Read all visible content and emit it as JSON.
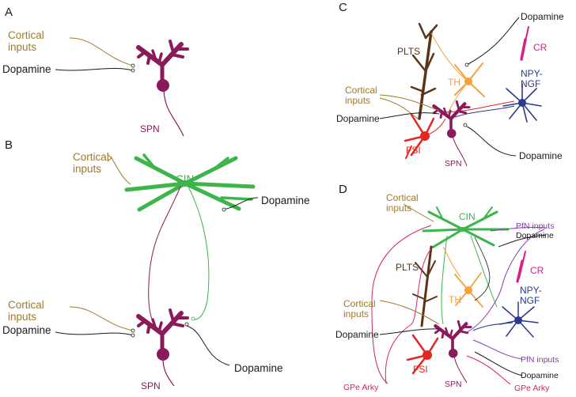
{
  "colors": {
    "spn": "#8b1a5b",
    "cortical": "#a07a2a",
    "dopamine": "#1a1a1a",
    "cin": "#3cb54a",
    "pltS": "#5a3418",
    "th": "#f5a23a",
    "fsi": "#e52521",
    "npy": "#2b3a8f",
    "cr": "#d61f8a",
    "pfn": "#8a3ab9",
    "gpe": "#d61f6a"
  },
  "panels": {
    "A": {
      "letter": "A",
      "cortical": "Cortical\ninputs",
      "dopamine": "Dopamine",
      "spn": "SPN"
    },
    "B": {
      "letter": "B",
      "cortical_top": "Cortical\ninputs",
      "cin": "CIN",
      "dopamine_right": "Dopamine",
      "cortical_bottom": "Cortical\ninputs",
      "dopamine_left": "Dopamine",
      "dopamine_bottom": "Dopamine",
      "spn": "SPN"
    },
    "C": {
      "letter": "C",
      "dopamine_top": "Dopamine",
      "plts": "PLTS",
      "cr": "CR",
      "th": "TH",
      "npy": "NPY-\nNGF",
      "cortical": "Cortical\ninputs",
      "dopamine_left": "Dopamine",
      "fsi": "FSI",
      "spn": "SPN",
      "dopamine_right": "Dopamine"
    },
    "D": {
      "letter": "D",
      "cortical_top": "Cortical\ninputs",
      "cin": "CIN",
      "pfn_top": "PfN inputs",
      "dopamine_top": "Dopamine",
      "plts": "PLTS",
      "cr": "CR",
      "th": "TH",
      "npy": "NPY-\nNGF",
      "cortical_mid": "Cortical\ninputs",
      "dopamine_left": "Dopamine",
      "pfn_bottom": "PfN inputs",
      "dopamine_bottom": "Dopamine",
      "gpe_right": "GPe Arky",
      "fsi": "FSI",
      "spn": "SPN",
      "gpe_left": "GPe Arky"
    }
  }
}
